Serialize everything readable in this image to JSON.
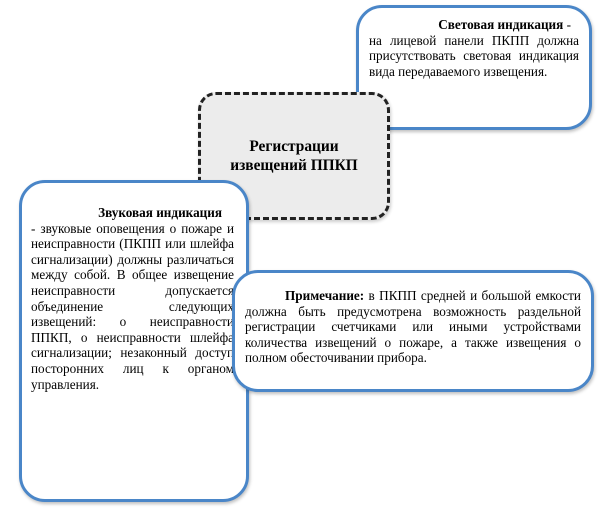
{
  "light_box": {
    "heading": "Световая индикация",
    "dash": " -",
    "text": "на лицевой панели ПКПП должна присутствовать световая индикация вида передаваемого извещения."
  },
  "center_box": {
    "line1": "Регистрации",
    "line2": "извещений ППКП"
  },
  "sound_box": {
    "heading": "Звуковая индикация",
    "text": "- звуковые оповещения о пожаре и неисправности (ПКПП или шлейфа сигнализации) должны различаться между собой. В общее извещение неисправности допускается объединение следующих извещений: о неисправности ППКП, о неисправности шлейфа сигнализации; незаконный доступ посторонних лиц к органом управления."
  },
  "note_box": {
    "heading": "Примечание:",
    "text": " в ПКПП средней и большой емкости должна быть предусмотрена возможность раздельной регистрации счетчиками или иными устройствами количества извещений о пожаре, а также извещения о полном обесточивании прибора."
  },
  "colors": {
    "box_border": "#4a86c8",
    "center_fill": "#ececec",
    "dash_border": "#222222"
  }
}
